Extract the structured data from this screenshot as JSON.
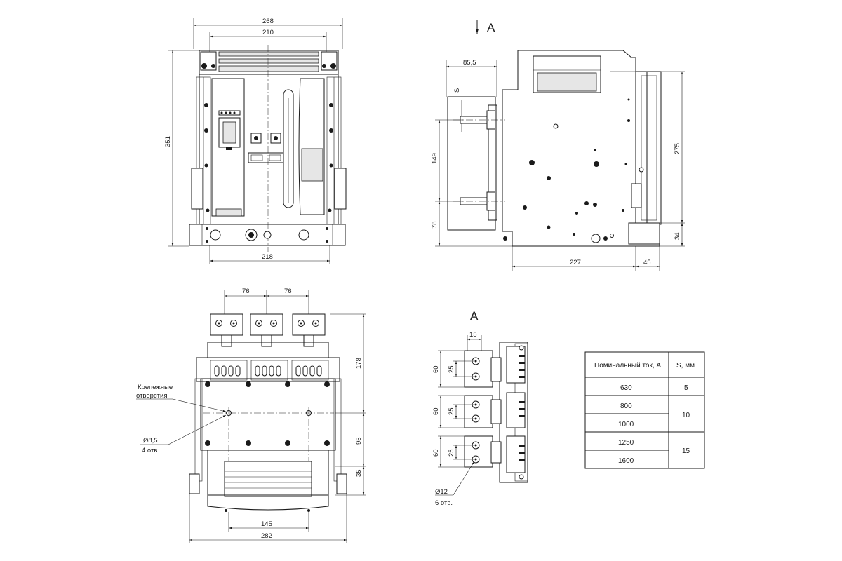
{
  "front_view": {
    "dim_width_overall": "268",
    "dim_width_inner": "210",
    "dim_height": "351",
    "dim_base_width": "218"
  },
  "side_view": {
    "view_marker": "A",
    "dim_terminal_depth": "85,5",
    "dim_s": "S",
    "dim_terminal_pitch": "149",
    "dim_terminal_bottom": "78",
    "dim_height": "275",
    "dim_foot_height": "34",
    "dim_depth": "227",
    "dim_foot_depth": "45"
  },
  "rear_view": {
    "dim_terminal_spacing_1": "76",
    "dim_terminal_spacing_2": "76",
    "dim_terminal_height": "178",
    "mounting_label_line1": "Крепежные",
    "mounting_label_line2": "отверстия",
    "hole_diameter": "Ø8,5",
    "hole_count": "4 отв.",
    "dim_hole_pitch_v": "95",
    "dim_bottom": "35",
    "dim_hole_pitch_h": "145",
    "dim_base_width": "282"
  },
  "detail_a": {
    "title": "A",
    "dim_bus_offset": "15",
    "dim_bar_height_1": "60",
    "dim_hole_pitch_1": "25",
    "dim_bar_height_2": "60",
    "dim_hole_pitch_2": "25",
    "dim_bar_height_3": "60",
    "dim_hole_pitch_3": "25",
    "hole_diameter": "Ø12",
    "hole_count": "6 отв."
  },
  "table": {
    "headers": [
      "Номинальный ток, А",
      "S, мм"
    ],
    "rows": [
      {
        "current": "630",
        "s": "5"
      },
      {
        "current": "800",
        "s": "10"
      },
      {
        "current": "1000",
        "s": ""
      },
      {
        "current": "1250",
        "s": "15"
      },
      {
        "current": "1600",
        "s": ""
      }
    ]
  }
}
